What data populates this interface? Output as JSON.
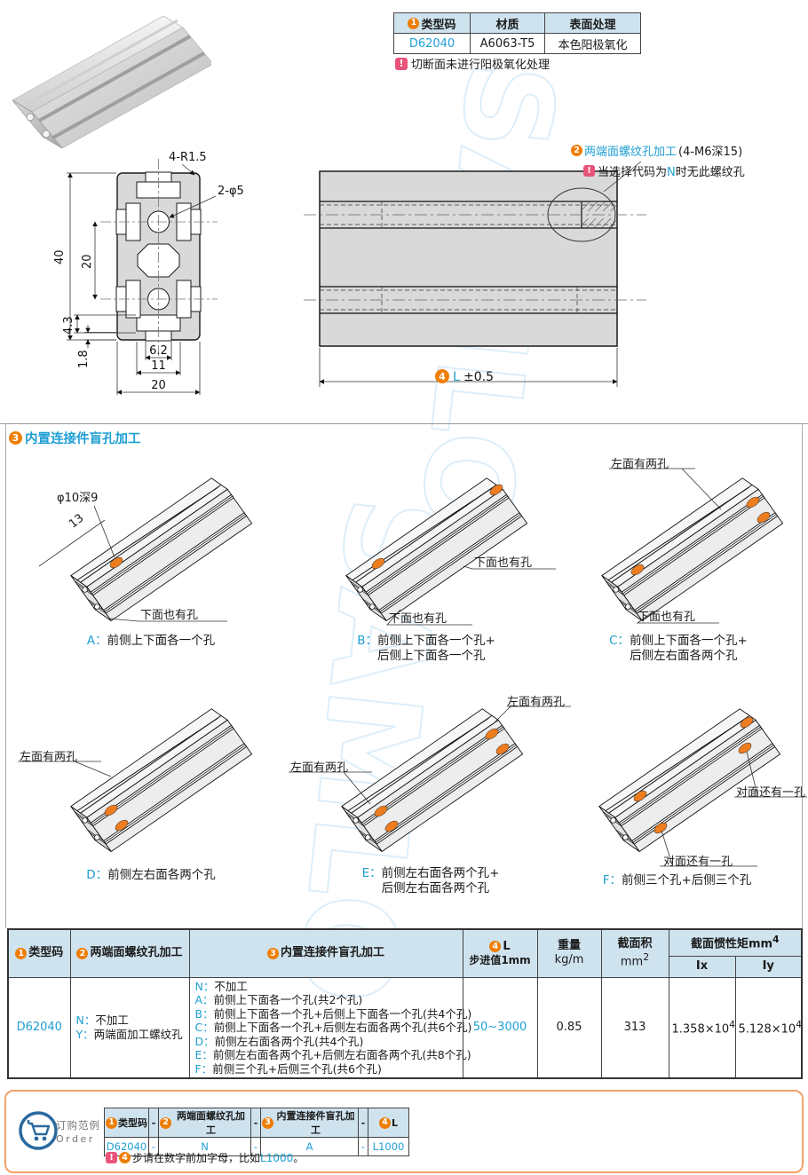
{
  "colors": {
    "accent_blue": "#1e9fd4",
    "badge_orange": "#ef7d00",
    "warn_pink": "#e8537a",
    "hole_orange": "#ed7d1f",
    "table_header_bg": "#cfe3ef"
  },
  "watermark": "SAMLO",
  "spec_table": {
    "headers": [
      {
        "num": "1",
        "label": "类型码"
      },
      {
        "label": "材质"
      },
      {
        "label": "表面处理"
      }
    ],
    "row": [
      "D62040",
      "A6063-T5",
      "本色阳极氧化"
    ],
    "note": "切断面未进行阳极氧化处理"
  },
  "cross_section": {
    "corner_label": "4-R1.5",
    "hole_label": "2-φ5",
    "dim_height": "40",
    "dim_inner": "20",
    "dim_43": "4.3",
    "dim_18": "1.8",
    "dim_62": "6.2",
    "dim_11": "11",
    "dim_width": "20"
  },
  "side_view": {
    "thread_num": "2",
    "thread_label": "两端面螺纹孔加工",
    "thread_spec": "(4-M6深15)",
    "note_pre": "当选择代码为",
    "note_code": "N",
    "note_post": "时无此螺纹孔",
    "dim_num": "4",
    "dim_l": "L",
    "dim_tol": "±0.5"
  },
  "blind_section": {
    "num": "3",
    "title": "内置连接件盲孔加工",
    "hole_dim": "φ10深9",
    "hole_offset": "13",
    "variants": [
      {
        "code": "A：",
        "line1": "前侧上下面各一个孔",
        "line2": "",
        "ann1": "下面也有孔",
        "ann2": ""
      },
      {
        "code": "B：",
        "line1": "前侧上下面各一个孔+",
        "line2": "后侧上下面各一个孔",
        "ann1": "下面也有孔",
        "ann2": "下面也有孔"
      },
      {
        "code": "C：",
        "line1": "前侧上下面各一个孔+",
        "line2": "后侧左右面各两个孔",
        "ann1": "左面有两孔",
        "ann2": "下面也有孔"
      },
      {
        "code": "D：",
        "line1": "前侧左右面各两个孔",
        "line2": "",
        "ann1": "左面有两孔",
        "ann2": ""
      },
      {
        "code": "E：",
        "line1": "前侧左右面各两个孔+",
        "line2": "后侧左右面各两个孔",
        "ann1": "左面有两孔",
        "ann2": "左面有两孔"
      },
      {
        "code": "F：",
        "line1": "前侧三个孔+后侧三个孔",
        "line2": "",
        "ann1": "对面还有一孔",
        "ann2": "对面还有一孔"
      }
    ]
  },
  "main_table": {
    "h_type_num": "1",
    "h_type": "类型码",
    "h_thread_num": "2",
    "h_thread": "两端面螺纹孔加工",
    "h_blind_num": "3",
    "h_blind": "内置连接件盲孔加工",
    "h_len_num": "4",
    "h_len": "L",
    "h_len_sub": "步进值1mm",
    "h_weight": "重量",
    "h_weight_unit": "kg/m",
    "h_area": "截面积",
    "h_area_unit": "mm",
    "h_area_exp": "2",
    "h_inertia": "截面惯性矩mm",
    "h_inertia_exp": "4",
    "h_ix": "Ix",
    "h_iy": "Iy",
    "type_code": "D62040",
    "thread_options": [
      {
        "code": "N：",
        "text": "不加工"
      },
      {
        "code": "Y：",
        "text": "两端面加工螺纹孔"
      }
    ],
    "blind_options": [
      {
        "code": "N：",
        "text": "不加工"
      },
      {
        "code": "A：",
        "text": "前侧上下面各一个孔(共2个孔)"
      },
      {
        "code": "B：",
        "text": "前侧上下面各一个孔+后侧上下面各一个孔(共4个孔)"
      },
      {
        "code": "C：",
        "text": "前侧上下面各一个孔+后侧左右面各两个孔(共6个孔)"
      },
      {
        "code": "D：",
        "text": "前侧左右面各两个孔(共4个孔)"
      },
      {
        "code": "E：",
        "text": "前侧左右面各两个孔+后侧左右面各两个孔(共8个孔)"
      },
      {
        "code": "F：",
        "text": "前侧三个孔+后侧三个孔(共6个孔)"
      }
    ],
    "length_range": "50~3000",
    "weight": "0.85",
    "area": "313",
    "ix_base": "1.358×10",
    "ix_exp": "4",
    "iy_base": "5.128×10",
    "iy_exp": "4"
  },
  "order": {
    "title_cn": "订购范例",
    "title_en": "Order",
    "col1_num": "1",
    "col1": "类型码",
    "col2_num": "2",
    "col2": "两端面螺纹孔加工",
    "col3_num": "3",
    "col3": "内置连接件盲孔加工",
    "col4_num": "4",
    "col4": "L",
    "dash": "-",
    "val1": "D62040",
    "val2": "N",
    "val3": "A",
    "val4": "L1000",
    "note_num": "4",
    "note_pre": "步请在数字前加字母，比如",
    "note_code": "L1000",
    "note_post": "。"
  }
}
